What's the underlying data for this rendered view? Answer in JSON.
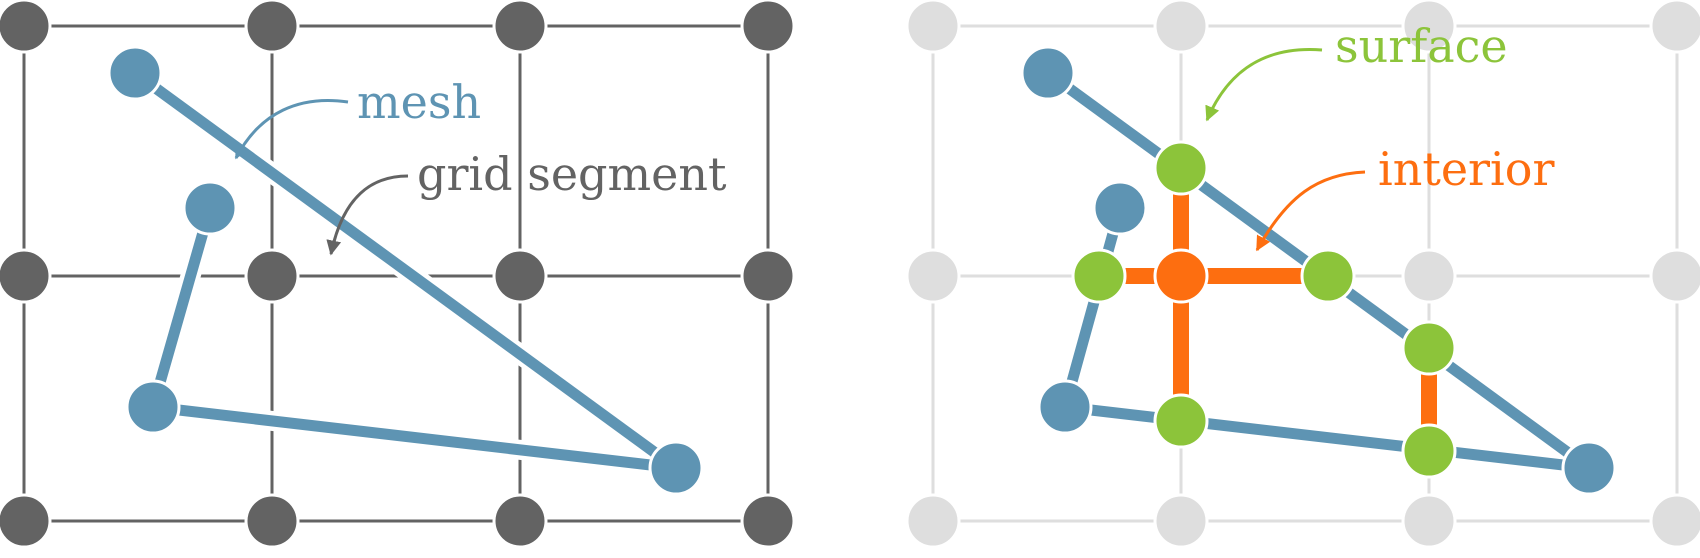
{
  "colors": {
    "grid_dark": "#636363",
    "grid_light": "#dedede",
    "mesh": "#5e94b3",
    "surface": "#8cc43a",
    "interior": "#fd6e10",
    "label_gray": "#636363"
  },
  "left_panel": {
    "labels": {
      "mesh": "mesh",
      "grid_segment": "grid segment"
    }
  },
  "right_panel": {
    "labels": {
      "surface": "surface",
      "interior": "interior"
    }
  }
}
